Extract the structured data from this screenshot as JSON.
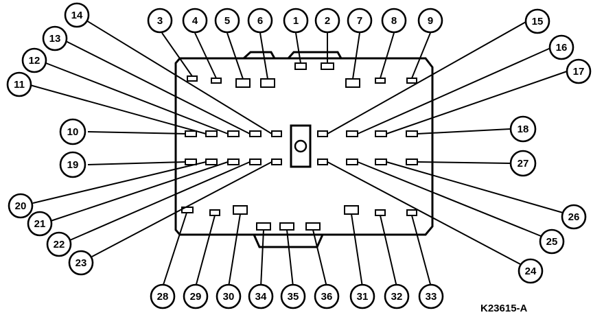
{
  "figure_id": "K23615-A",
  "callouts": {
    "c1": "1",
    "c2": "2",
    "c3": "3",
    "c4": "4",
    "c5": "5",
    "c6": "6",
    "c7": "7",
    "c8": "8",
    "c9": "9",
    "c10": "10",
    "c11": "11",
    "c12": "12",
    "c13": "13",
    "c14": "14",
    "c15": "15",
    "c16": "16",
    "c17": "17",
    "c18": "18",
    "c19": "19",
    "c20": "20",
    "c21": "21",
    "c22": "22",
    "c23": "23",
    "c24": "24",
    "c25": "25",
    "c26": "26",
    "c27": "27",
    "c28": "28",
    "c29": "29",
    "c30": "30",
    "c31": "31",
    "c32": "32",
    "c33": "33",
    "c34": "34",
    "c35": "35",
    "c36": "36"
  }
}
